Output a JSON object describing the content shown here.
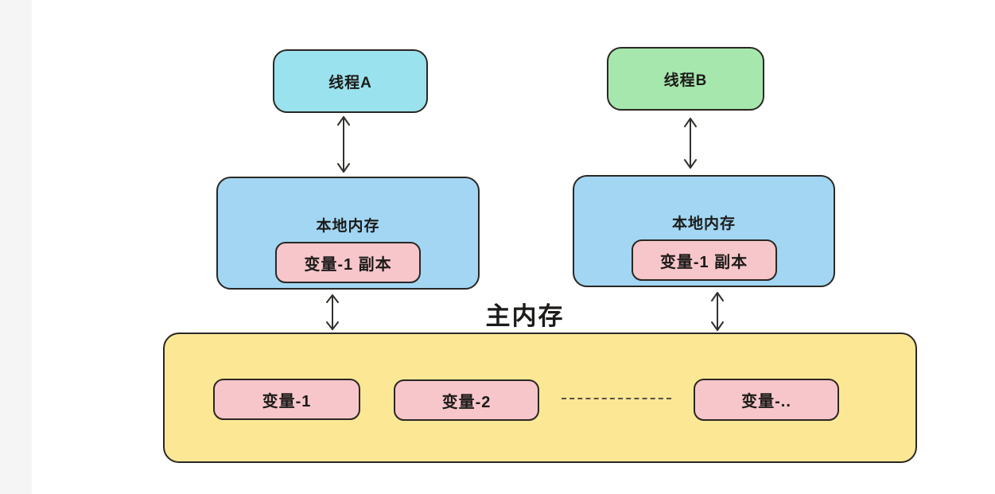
{
  "diagram": {
    "thread_a": {
      "label": "线程A"
    },
    "thread_b": {
      "label": "线程B"
    },
    "local_memory_a": {
      "label": "本地内存",
      "variable_label": "变量-1 副本"
    },
    "local_memory_b": {
      "label": "本地内存",
      "variable_label": "变量-1 副本"
    },
    "main_memory": {
      "title": "主内存",
      "variables": [
        {
          "label": "变量-1"
        },
        {
          "label": "变量-2"
        },
        {
          "label": "变量-.."
        }
      ]
    },
    "colors": {
      "thread_a": "#9ae2ed",
      "thread_b": "#a6e7ae",
      "local_memory": "#a2d6f3",
      "variable": "#f7c6ca",
      "main_memory": "#fce795",
      "border": "#2a2723",
      "arrow": "#33312e",
      "dash": "#5a5040",
      "text": "#1c1b19",
      "gutter": "#f5f5f5",
      "background": "#ffffff"
    }
  }
}
